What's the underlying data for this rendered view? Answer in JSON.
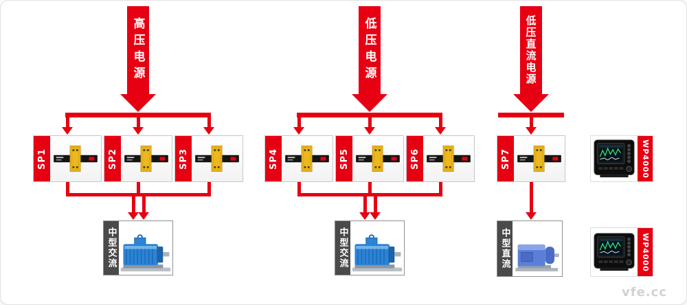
{
  "watermark": "vfe.cc",
  "colors": {
    "accent_red": "#e60012",
    "load_strip_gray": "#4a4a4a",
    "motor_blue": "#2b84d6",
    "sensor_yellow": "#ecb71f"
  },
  "power_sources": [
    {
      "label": "高压电源"
    },
    {
      "label": "低压电源"
    },
    {
      "label": "低压直流电源"
    }
  ],
  "transducers": [
    {
      "label": "SP1"
    },
    {
      "label": "SP2"
    },
    {
      "label": "SP3"
    },
    {
      "label": "SP4"
    },
    {
      "label": "SP5"
    },
    {
      "label": "SP6"
    },
    {
      "label": "SP7"
    }
  ],
  "loads": [
    {
      "label": "中型交流"
    },
    {
      "label": "中型交流"
    },
    {
      "label": "中型直流"
    }
  ],
  "analyzers": [
    {
      "label": "WP4000"
    },
    {
      "label": "WP4000"
    }
  ]
}
